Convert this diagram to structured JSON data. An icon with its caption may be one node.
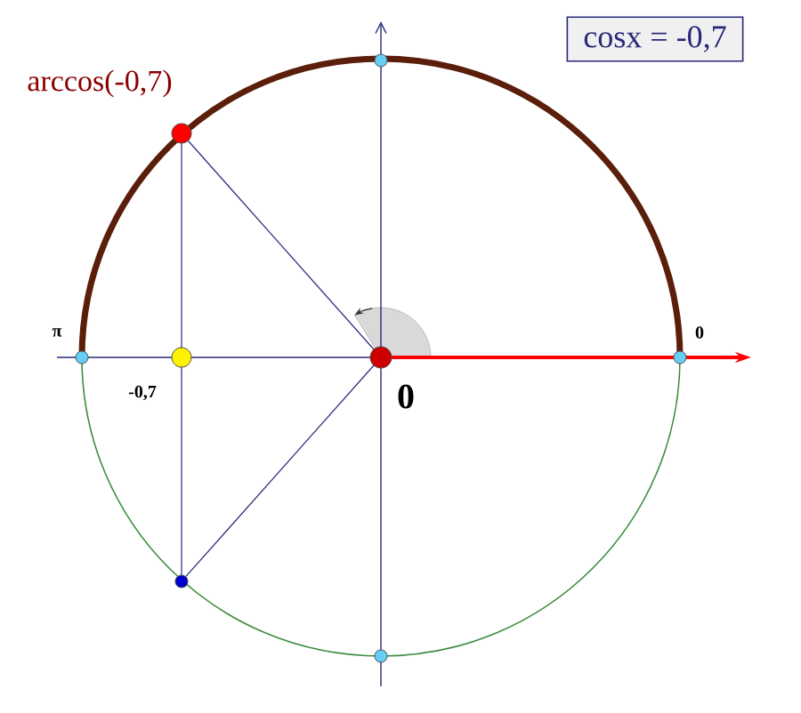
{
  "diagram": {
    "nodes": [
      {
        "text": [
          "cosx = -0,7"
        ]
      },
      {
        "text": [],
        "shape": "circle",
        "beside": [
          "arccos(-0,7)"
        ]
      },
      {
        "text": [],
        "shape": "circle",
        "beside": [
          "-0,7"
        ]
      },
      {
        "text": [],
        "shape": "circle"
      },
      {
        "text": [],
        "shape": "circle",
        "beside": [
          "0"
        ]
      },
      {
        "text": [],
        "shape": "circle",
        "beside": [
          "π"
        ]
      },
      {
        "text": [],
        "shape": "circle",
        "beside": [
          "0"
        ]
      },
      {
        "text": [],
        "shape": "circle"
      },
      {
        "text": [],
        "shape": "circle"
      }
    ],
    "edges": [
      {
        "from": 1,
        "to": 4,
        "arrow": "none"
      },
      {
        "from": 4,
        "to": 3,
        "arrow": "none"
      },
      {
        "from": 1,
        "to": 2,
        "arrow": "none"
      },
      {
        "from": 2,
        "to": 3,
        "arrow": "none"
      }
    ]
  }
}
